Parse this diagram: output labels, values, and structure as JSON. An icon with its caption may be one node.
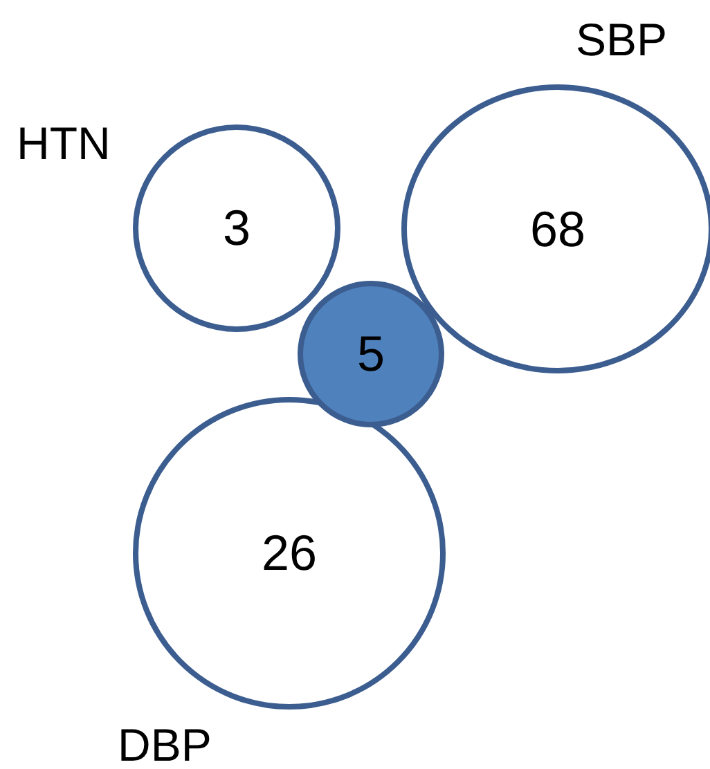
{
  "diagram": {
    "nodes": [
      {
        "text": [
          "3"
        ],
        "beside": [
          "HTN"
        ]
      },
      {
        "text": [
          "68"
        ],
        "beside": [
          "SBP"
        ]
      },
      {
        "text": [
          "5"
        ]
      },
      {
        "text": [
          "26"
        ],
        "beside": [
          "DBP"
        ]
      }
    ]
  }
}
